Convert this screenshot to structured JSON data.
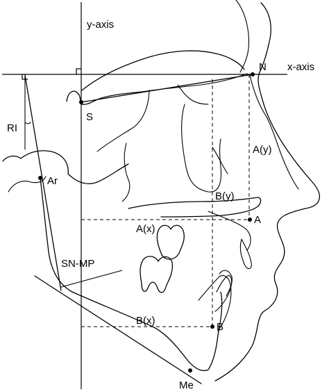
{
  "labels": {
    "y_axis": "y-axis",
    "x_axis": "x-axis",
    "N": "N",
    "S": "S",
    "RI": "RI",
    "Ar": "Ar",
    "A_y": "A(y)",
    "B_y": "B(y)",
    "A": "A",
    "A_x": "A(x)",
    "SN_MP": "SN-MP",
    "B_x": "B(x)",
    "B": "B",
    "Me": "Me"
  }
}
